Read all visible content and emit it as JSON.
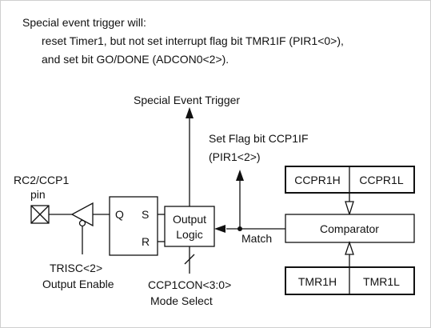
{
  "header": {
    "line1": "Special event trigger will:",
    "line2": "reset Timer1, but not set interrupt flag bit TMR1IF (PIR1<0>),",
    "line3": "and set bit GO/DONE (ADCON0<2>)."
  },
  "labels": {
    "special_event_trigger": "Special Event Trigger",
    "set_flag_line1": "Set Flag bit CCP1IF",
    "set_flag_line2": "(PIR1<2>)",
    "pin_line1": "RC2/CCP1",
    "pin_line2": "pin",
    "trisc_line1": "TRISC<2>",
    "trisc_line2": "Output Enable",
    "mode_line1": "CCP1CON<3:0>",
    "mode_line2": "Mode Select",
    "match": "Match",
    "q": "Q",
    "s": "S",
    "r": "R"
  },
  "blocks": {
    "output_logic_line1": "Output",
    "output_logic_line2": "Logic",
    "comparator": "Comparator",
    "ccpr1h": "CCPR1H",
    "ccpr1l": "CCPR1L",
    "tmr1h": "TMR1H",
    "tmr1l": "TMR1L"
  }
}
